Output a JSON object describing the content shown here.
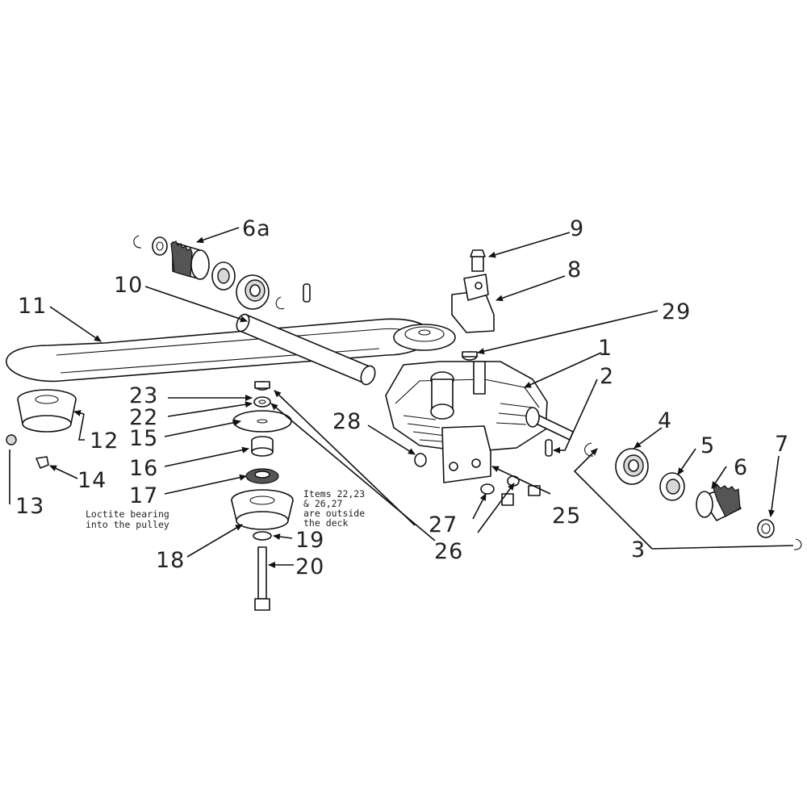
{
  "callouts": {
    "c1": "1",
    "c2": "2",
    "c3": "3",
    "c4": "4",
    "c5": "5",
    "c6": "6",
    "c6a": "6a",
    "c7": "7",
    "c8": "8",
    "c9": "9",
    "c10": "10",
    "c11": "11",
    "c12": "12",
    "c13": "13",
    "c14": "14",
    "c15": "15",
    "c16": "16",
    "c17": "17",
    "c18": "18",
    "c19": "19",
    "c20": "20",
    "c22": "22",
    "c23": "23",
    "c25": "25",
    "c26": "26",
    "c27": "27",
    "c28": "28",
    "c29": "29"
  },
  "notes": {
    "loctite_line1": "Loctite bearing",
    "loctite_line2": "into the pulley",
    "outside_line1": "Items 22,23",
    "outside_line2": "& 26,27",
    "outside_line3": "are outside",
    "outside_line4": "the deck"
  }
}
